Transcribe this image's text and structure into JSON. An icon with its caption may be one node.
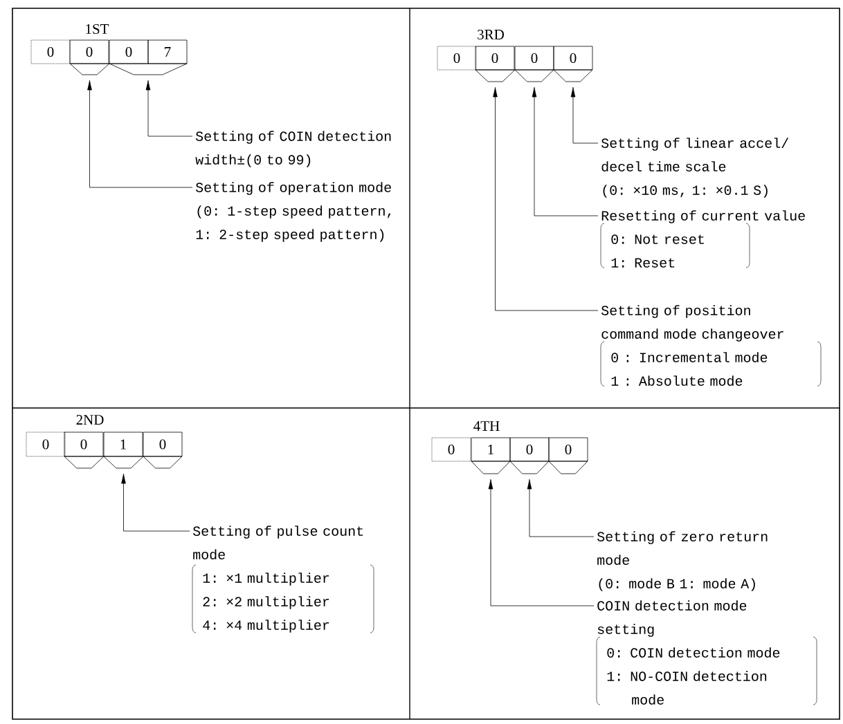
{
  "diagram": {
    "nodes": [
      {
        "text": [
          "0"
        ]
      },
      {
        "text": [
          "0"
        ]
      },
      {
        "text": [
          "0"
        ]
      },
      {
        "text": [
          "7"
        ]
      },
      {
        "text": [],
        "shape": "trapezoid"
      },
      {
        "text": [],
        "shape": "trapezoid"
      },
      {
        "text": [
          "Setting of COIN detection width±(0 to 99)"
        ]
      },
      {
        "text": [
          "Setting of operation mode (0: 1-step speed pattern, 1: 2-step speed pattern)"
        ]
      },
      {
        "text": [
          "0"
        ]
      },
      {
        "text": [
          "0"
        ]
      },
      {
        "text": [
          "0"
        ]
      },
      {
        "text": [
          "0"
        ]
      },
      {
        "text": [],
        "shape": "trapezoid"
      },
      {
        "text": [],
        "shape": "trapezoid"
      },
      {
        "text": [],
        "shape": "trapezoid"
      },
      {
        "text": [
          "Setting of linear accel/ decel time scale",
          "(0: ×10 ms, 1: ×0.1 S)"
        ]
      },
      {
        "text": [
          "Resetting of current value",
          "0: Not reset",
          "1: Reset"
        ]
      },
      {
        "text": [
          "Setting of position command mode changeover",
          "0 : Incremental mode",
          "1 : Absolute mode"
        ]
      },
      {
        "text": [
          "0"
        ]
      },
      {
        "text": [
          "0"
        ]
      },
      {
        "text": [
          "1"
        ]
      },
      {
        "text": [
          "0"
        ]
      },
      {
        "text": [],
        "shape": "trapezoid"
      },
      {
        "text": [],
        "shape": "trapezoid"
      },
      {
        "text": [],
        "shape": "trapezoid"
      },
      {
        "text": [
          "Setting of pulse count mode",
          "1: ×1 multiplier",
          "2: ×2 multiplier",
          "4: ×4 multiplier"
        ]
      },
      {
        "text": [
          "0"
        ]
      },
      {
        "text": [
          "1"
        ]
      },
      {
        "text": [
          "0"
        ]
      },
      {
        "text": [
          "0"
        ]
      },
      {
        "text": [],
        "shape": "trapezoid"
      },
      {
        "text": [],
        "shape": "trapezoid"
      },
      {
        "text": [],
        "shape": "trapezoid"
      },
      {
        "text": [
          "Setting of zero return mode",
          "(0: mode B  1: mode A)"
        ]
      },
      {
        "text": [
          "COIN detection mode setting",
          "0: COIN detection mode",
          "1: NO-COIN detection mode"
        ]
      }
    ],
    "edges": [
      {
        "from": 6,
        "to": 5,
        "arrow": "to"
      },
      {
        "from": 7,
        "to": 4,
        "arrow": "to"
      },
      {
        "from": 15,
        "to": 14,
        "arrow": "to"
      },
      {
        "from": 16,
        "to": 13,
        "arrow": "to"
      },
      {
        "from": 17,
        "to": 12,
        "arrow": "to"
      },
      {
        "from": 25,
        "to": 23,
        "arrow": "to"
      },
      {
        "from": 33,
        "to": 31,
        "arrow": "to"
      },
      {
        "from": 34,
        "to": 30,
        "arrow": "to"
      }
    ],
    "labels": [
      "1ST",
      "3RD",
      "2ND",
      "4TH"
    ]
  }
}
